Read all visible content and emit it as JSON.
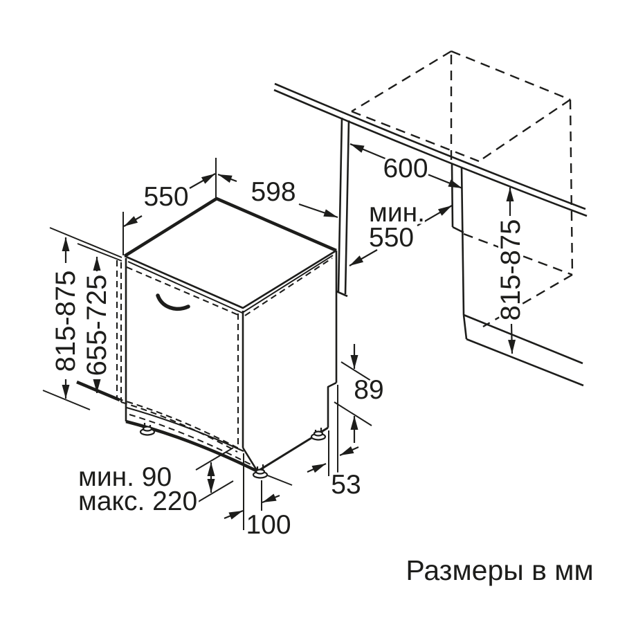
{
  "caption": "Размеры в мм",
  "colors": {
    "ink": "#1d1d1b",
    "background": "#ffffff"
  },
  "units": "мм",
  "labels": {
    "top_depth": "550",
    "front_width": "598",
    "niche_depth": "600",
    "niche_min_word": "мин.",
    "niche_min_value": "550",
    "appliance_height": "815-875",
    "door_panel_height": "655-725",
    "niche_height": "815-875",
    "base_step_height": "89",
    "base_step_depth": "53",
    "foot_inset": "100",
    "plinth_min": "мин. 90",
    "plinth_max": "макс. 220"
  }
}
